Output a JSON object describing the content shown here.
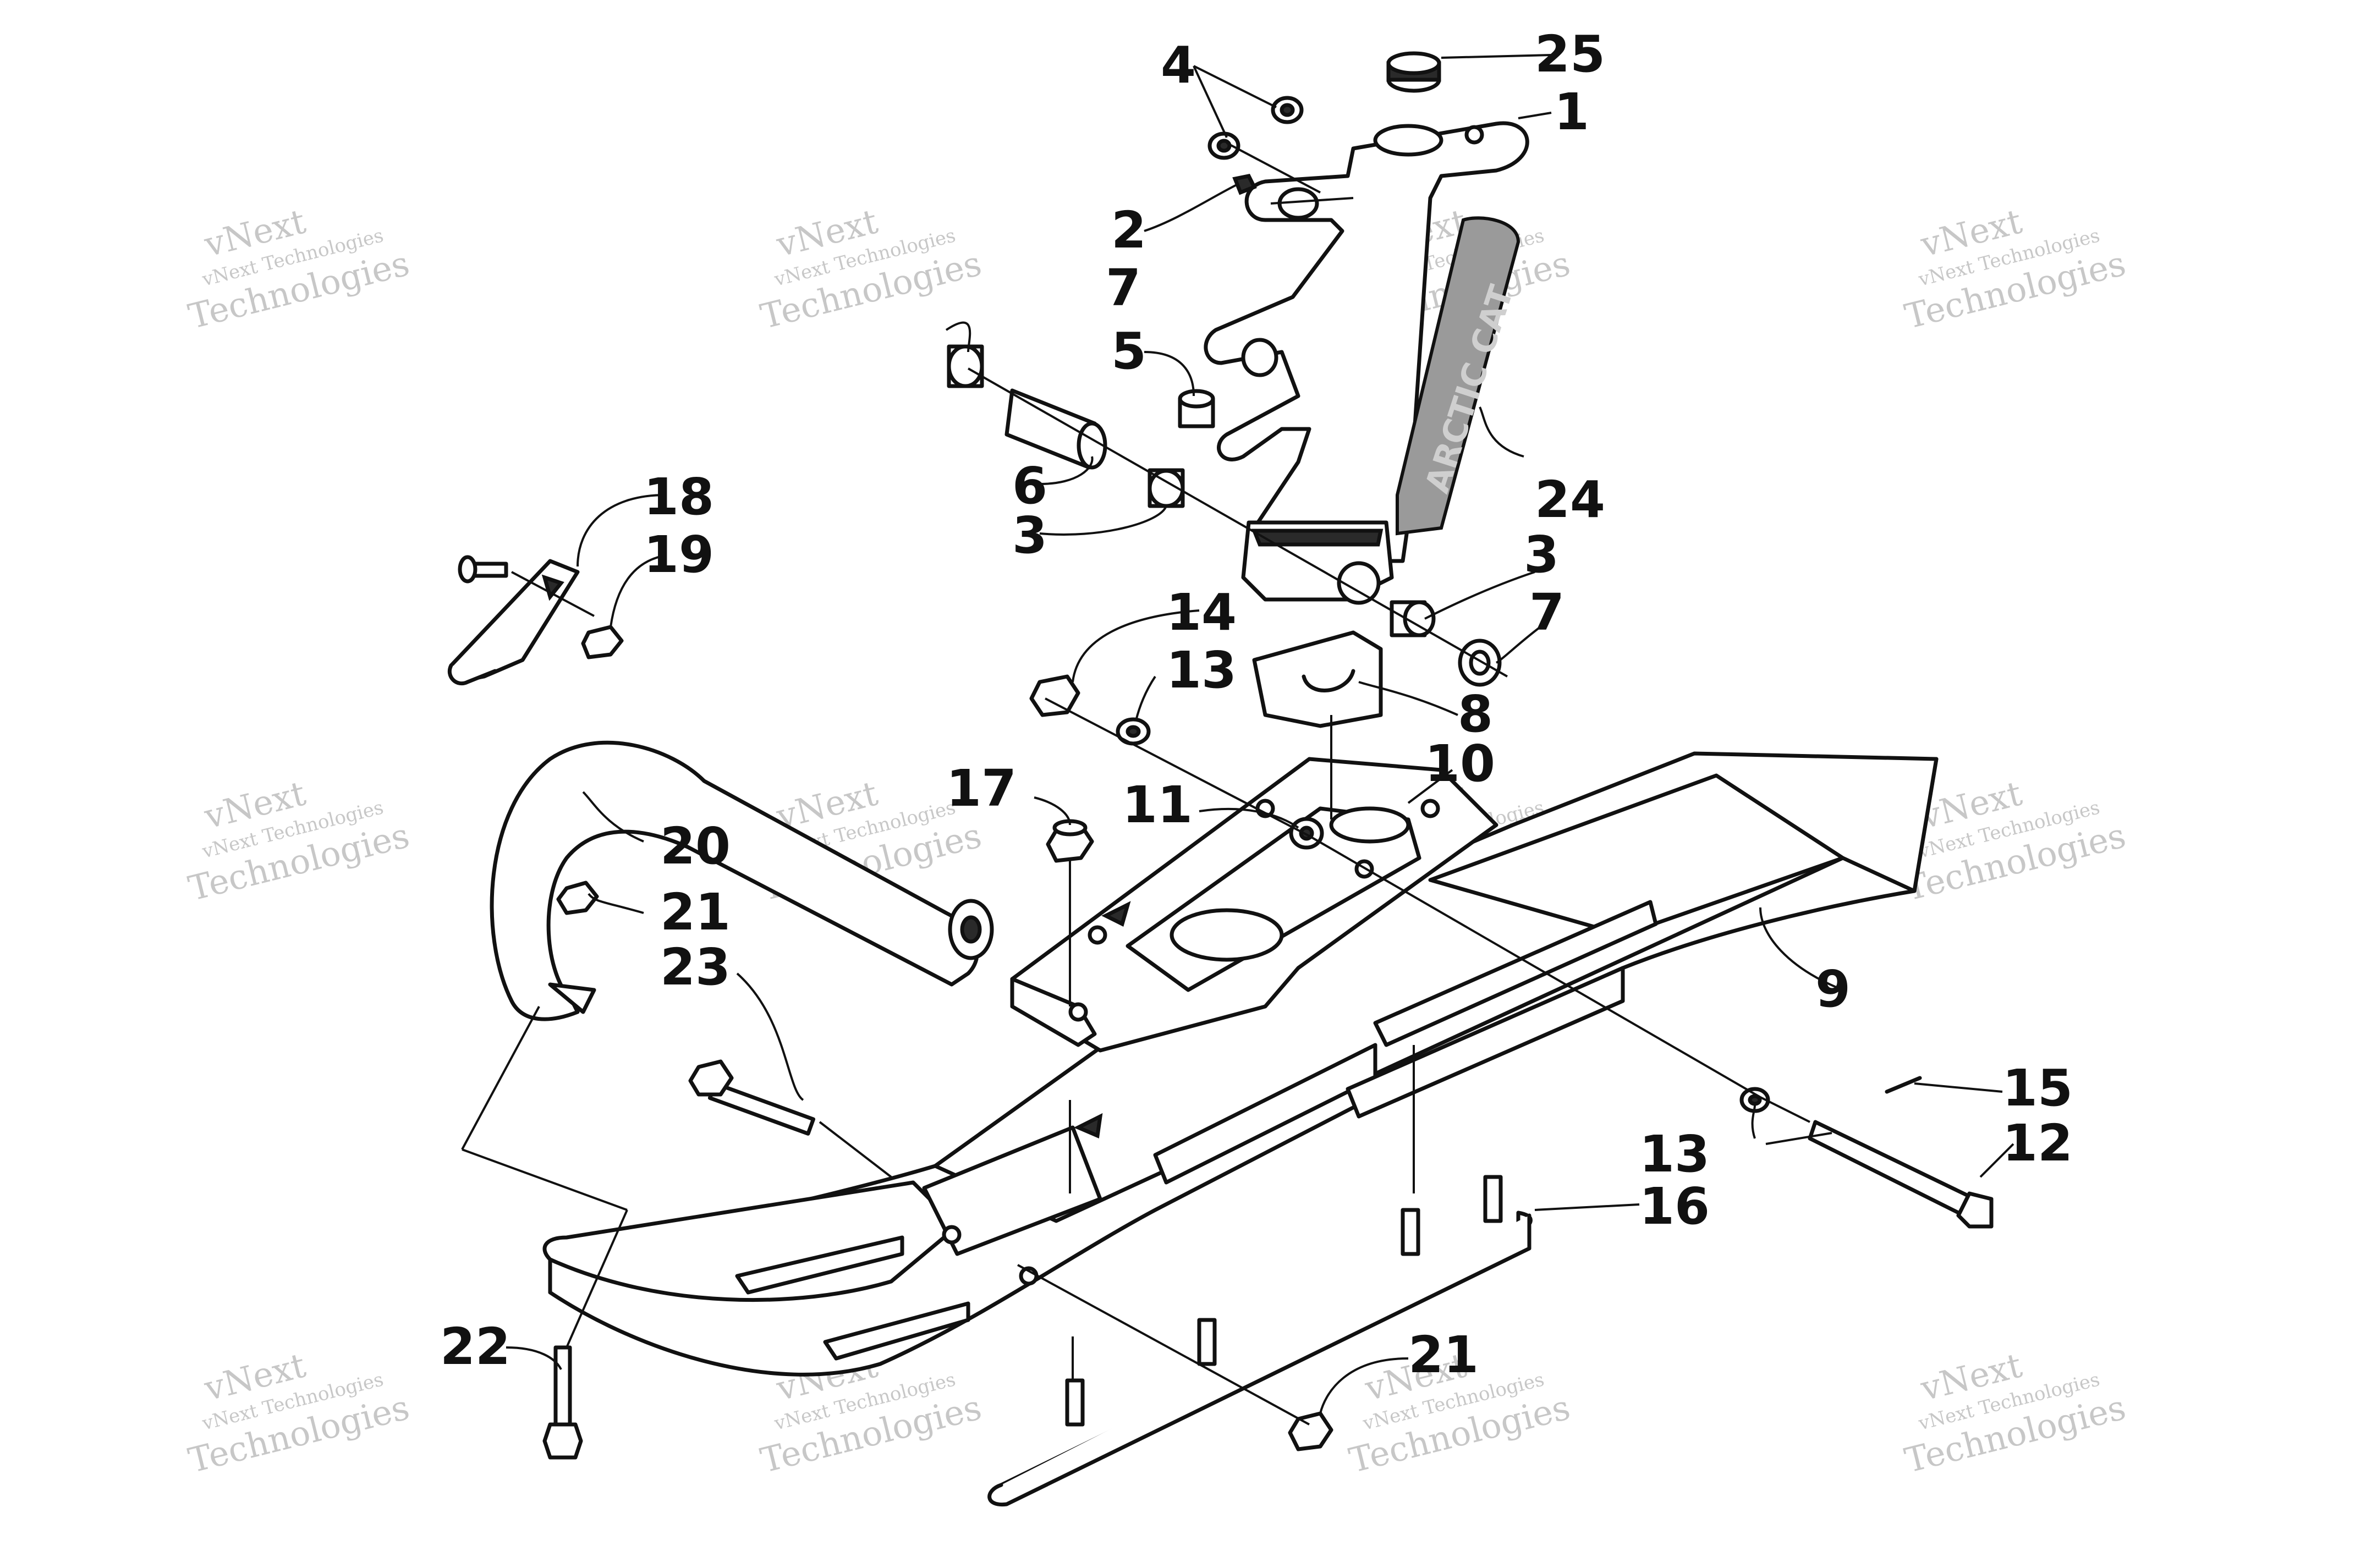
{
  "callouts": {
    "c1": "1",
    "c2": "2",
    "c3a": "3",
    "c3b": "3",
    "c4": "4",
    "c5": "5",
    "c6": "6",
    "c7a": "7",
    "c7b": "7",
    "c8": "8",
    "c9": "9",
    "c10": "10",
    "c11": "11",
    "c12": "12",
    "c13a": "13",
    "c13b": "13",
    "c14": "14",
    "c15": "15",
    "c16": "16",
    "c17": "17",
    "c18": "18",
    "c19": "19",
    "c20": "20",
    "c21a": "21",
    "c21b": "21",
    "c22": "22",
    "c23": "23",
    "c24": "24",
    "c25": "25"
  },
  "watermark": {
    "line1": "vNext Technologies",
    "line2": "vNext",
    "line3": "Technologies"
  },
  "decal_text": "ARCTIC CAT"
}
